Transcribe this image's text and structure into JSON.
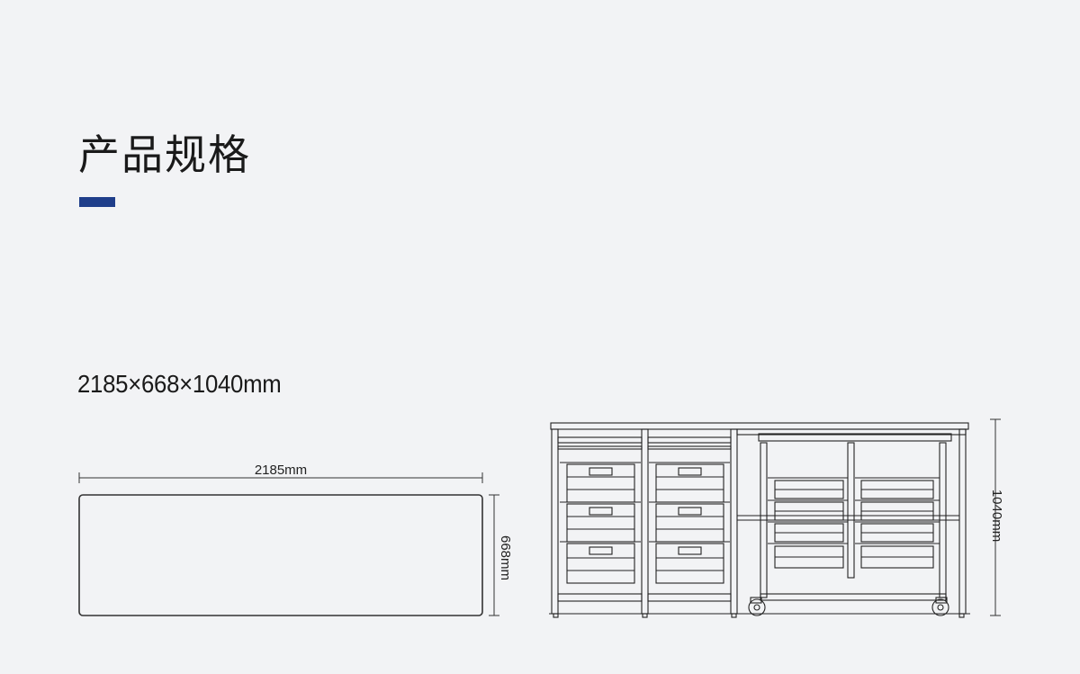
{
  "header": {
    "title": "产品规格",
    "accent_color": "#1f3e8a"
  },
  "spec": {
    "overall_dimensions": "2185×668×1040mm"
  },
  "top_view": {
    "width_label": "2185mm",
    "depth_label": "668mm"
  },
  "front_view": {
    "height_label": "1040mm"
  }
}
